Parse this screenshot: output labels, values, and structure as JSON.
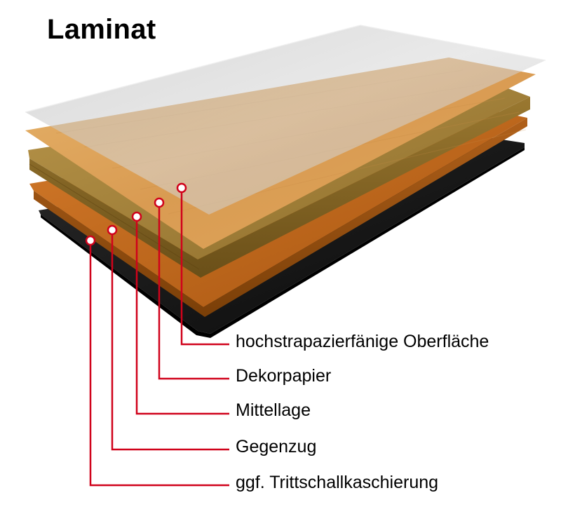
{
  "title": "Laminat",
  "layers": [
    {
      "label": "hochstrapazierfänige Oberfläche",
      "color": "#c9c9c9"
    },
    {
      "label": "Dekorpapier",
      "color": "#d9a55a"
    },
    {
      "label": "Mittellage",
      "color": "#a8843a"
    },
    {
      "label": "Gegenzug",
      "color": "#c06a1e"
    },
    {
      "label": "ggf. Trittschallkaschierung",
      "color": "#151515"
    }
  ],
  "callout_color": "#d0021b"
}
